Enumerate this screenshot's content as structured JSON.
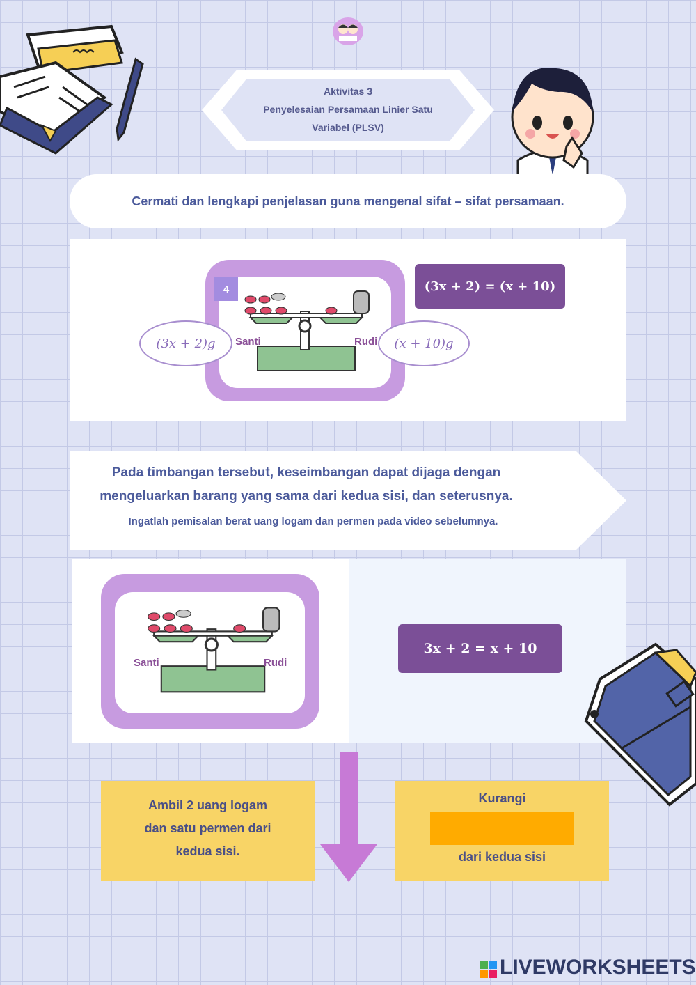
{
  "header": {
    "title_line1": "Aktivitas 3",
    "title_line2": "Penyelesaian Persamaan Linier Satu",
    "title_line3": "Variabel (PLSV)"
  },
  "instruction": "Cermati dan lengkapi penjelasan guna mengenal sifat – sifat persamaan.",
  "panel1": {
    "badge": "4",
    "left_name": "Santi",
    "right_name": "Rudi",
    "left_weight": "(3x + 2)g",
    "right_weight": "(x + 10)g",
    "equation": "(3x  +  2) = (x + 10)"
  },
  "explanation": {
    "line1": "Pada timbangan tersebut, keseimbangan dapat dijaga dengan",
    "line2": "mengeluarkan barang yang sama dari kedua sisi, dan seterusnya.",
    "note": "Ingatlah pemisalan berat uang logam dan permen pada video sebelumnya."
  },
  "panel2": {
    "left_name": "Santi",
    "right_name": "Rudi",
    "equation": "3x + 2 = x + 10"
  },
  "step": {
    "left_line1": "Ambil 2 uang logam",
    "left_line2": "dan satu permen dari",
    "left_line3": "kedua sisi.",
    "right_title": "Kurangi",
    "right_answer": "",
    "right_suffix": "dari kedua sisi"
  },
  "footer": {
    "brand": "LIVEWORKSHEETS"
  },
  "colors": {
    "background": "#dfe3f5",
    "purple_card": "#c79be0",
    "equation_box": "#7b4f97",
    "yellow_box": "#f8d466",
    "answer_box": "#ffab00",
    "arrow": "#c77ad6"
  }
}
